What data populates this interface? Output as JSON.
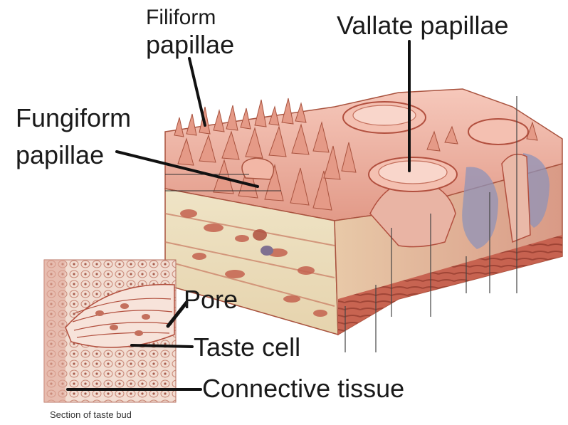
{
  "labels": {
    "filiform_line1": "Filiform",
    "filiform_line2": "papillae",
    "vallate": "Vallate papillae",
    "fungiform_line1": "Fungiform",
    "fungiform_line2": "papillae",
    "pore": "Pore",
    "taste_cell": "Taste cell",
    "connective_tissue": "Connective tissue",
    "caption": "Section of taste bud"
  },
  "colors": {
    "tissue_pink": "#e9a596",
    "tissue_dark": "#b2503f",
    "tissue_light": "#f5d3c8",
    "connective": "#e8dcc0",
    "gland_blue": "#8f93b8",
    "leader_line": "#111111"
  }
}
